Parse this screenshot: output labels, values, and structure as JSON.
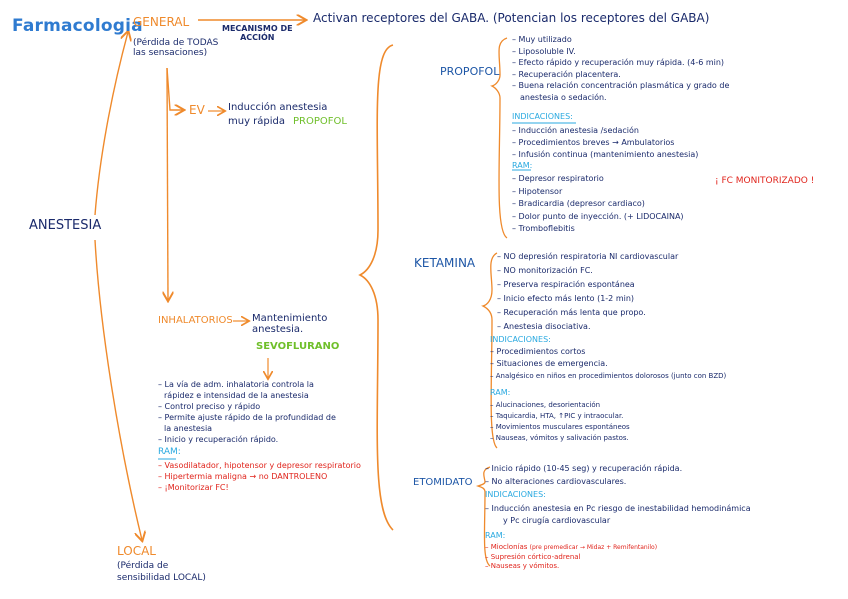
{
  "title": "Farmacologia",
  "root": "ANESTESIA",
  "general": {
    "label": "GENERAL",
    "note": [
      "(Pérdida de TODAS",
      "las sensaciones)"
    ],
    "mechanism_label": [
      "MECANISMO DE",
      "ACCIÓN"
    ],
    "mechanism_text": "Activan receptores del GABA. (Potencian los receptores del GABA)"
  },
  "ev": {
    "label": "EV",
    "text_a": "Inducción anestesia",
    "text_b": "muy rápida",
    "drug": "PROPOFOL"
  },
  "inhalatorios": {
    "label": "INHALATORIOS",
    "text": [
      "Mantenimiento",
      "anestesia."
    ],
    "drug": "SEVOFLURANO",
    "points": [
      "– La vía de adm. inhalatoria controla la",
      "rápidez e intensidad de la anestesia",
      "– Control preciso y rápido",
      "– Permite ajuste rápido de la profundidad de",
      "la anestesia",
      "– Inicio y recuperación rápido."
    ],
    "ram_label": "RAM:",
    "ram": [
      "– Vasodilatador, hipotensor y depresor respiratorio",
      "– Hipertermia maligna → no DANTROLENO",
      "– ¡Monitorizar FC!"
    ]
  },
  "local": {
    "label": "LOCAL",
    "note": [
      "(Pérdida de",
      "sensibilidad LOCAL)"
    ]
  },
  "propofol": {
    "label": "PROPOFOL",
    "points": [
      "– Muy utilizado",
      "– Liposoluble IV.",
      "– Efecto rápido y recuperación muy rápida. (4-6 min)",
      "– Recuperación placentera.",
      "– Buena relación concentración plasmática y grado de",
      "anestesia o sedación."
    ],
    "ind_label": "INDICACIONES:",
    "ind": [
      "– Inducción anestesia /sedación",
      "– Procedimientos breves → Ambulatorios",
      "– Infusión continua (mantenimiento anestesia)"
    ],
    "ram_label": "RAM:",
    "ram": [
      "– Depresor respiratorio",
      "– Hipotensor",
      "– Bradicardia (depresor cardiaco)",
      "– Dolor punto de inyección. (+ LIDOCAINA)",
      "– Tromboflebitis"
    ],
    "alert": "¡ FC MONITORIZADO !"
  },
  "ketamina": {
    "label": "KETAMINA",
    "points": [
      "– NO depresión respiratoria NI cardiovascular",
      "– NO monitorización FC.",
      "– Preserva respiración espontánea",
      "– Inicio efecto más lento (1-2 min)",
      "– Recuperación más lenta que propo.",
      "– Anestesia disociativa."
    ],
    "ind_label": "INDICACIONES:",
    "ind": [
      "– Procedimientos cortos",
      "– Situaciones de emergencia.",
      "– Analgésico en niños en procedimientos dolorosos (junto con BZD)"
    ],
    "ram_label": "RAM:",
    "ram": [
      "– Alucinaciones, desorientación",
      "– Taquicardia, HTA, ↑PIC y intraocular.",
      "– Movimientos musculares espontáneos",
      "– Nauseas, vómitos y salivación pastos."
    ]
  },
  "etomidato": {
    "label": "ETOMIDATO",
    "points": [
      "– Inicio rápido (10-45 seg) y recuperación rápida.",
      "– No alteraciones cardiovasculares."
    ],
    "ind_label": "INDICACIONES:",
    "ind": [
      "– Inducción anestesia en Pc riesgo de inestabilidad hemodinámica",
      "y Pc cirugía cardiovascular"
    ],
    "ram_label": "RAM:",
    "ram": [
      "– Mioclonías",
      "(pre premedicar → Midaz + Remifentanilo)",
      "– Supresión córtico-adrenal",
      "– Nauseas y vómitos."
    ]
  },
  "colors": {
    "title": "#2f7bd0",
    "orange": "#ef8a2c",
    "navy": "#1a2a6b",
    "blue": "#1d56a6",
    "green": "#6fbf2a",
    "red": "#e0241c",
    "light_blue": "#29a9e0"
  }
}
